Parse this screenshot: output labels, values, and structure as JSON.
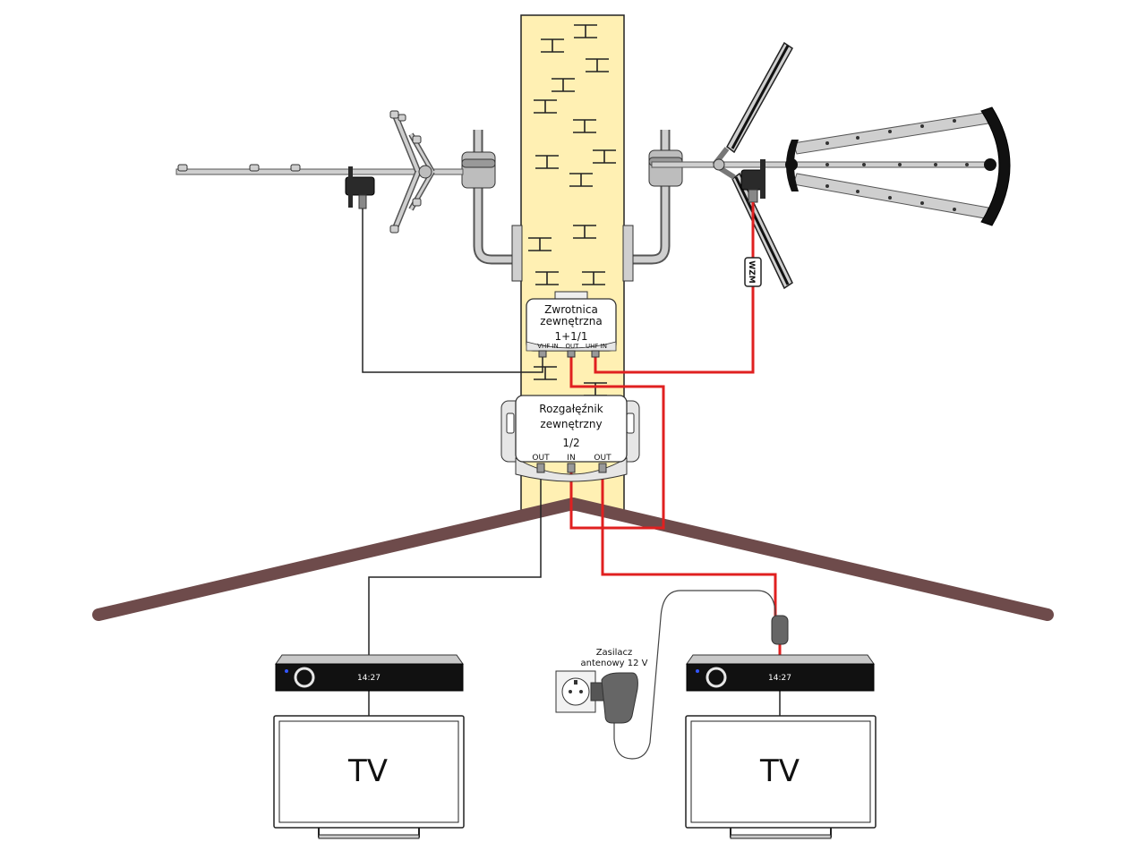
{
  "diplexer": {
    "line1": "Zwrotnica",
    "line2": "zewnętrzna",
    "model": "1+1/1",
    "ports": [
      "VHF IN",
      "OUT",
      "UHF IN"
    ]
  },
  "splitter": {
    "line1": "Rozgałęźnik",
    "line2": "zewnętrzny",
    "model": "1/2",
    "ports": [
      "OUT",
      "IN",
      "OUT"
    ]
  },
  "amplifier": {
    "label": "WZM"
  },
  "psu": {
    "line1": "Zasilacz",
    "line2": "antenowy 12 V"
  },
  "receivers": [
    {
      "time": "14:27"
    },
    {
      "time": "14:27"
    }
  ],
  "tvs": [
    {
      "label": "TV"
    },
    {
      "label": "TV"
    }
  ],
  "colors": {
    "wall": "#fff0b3",
    "roof": "#6e4b4b",
    "cable_active": "#e02020",
    "cable_passive": "#222222",
    "antenna_metal": "#c8c8c8"
  }
}
